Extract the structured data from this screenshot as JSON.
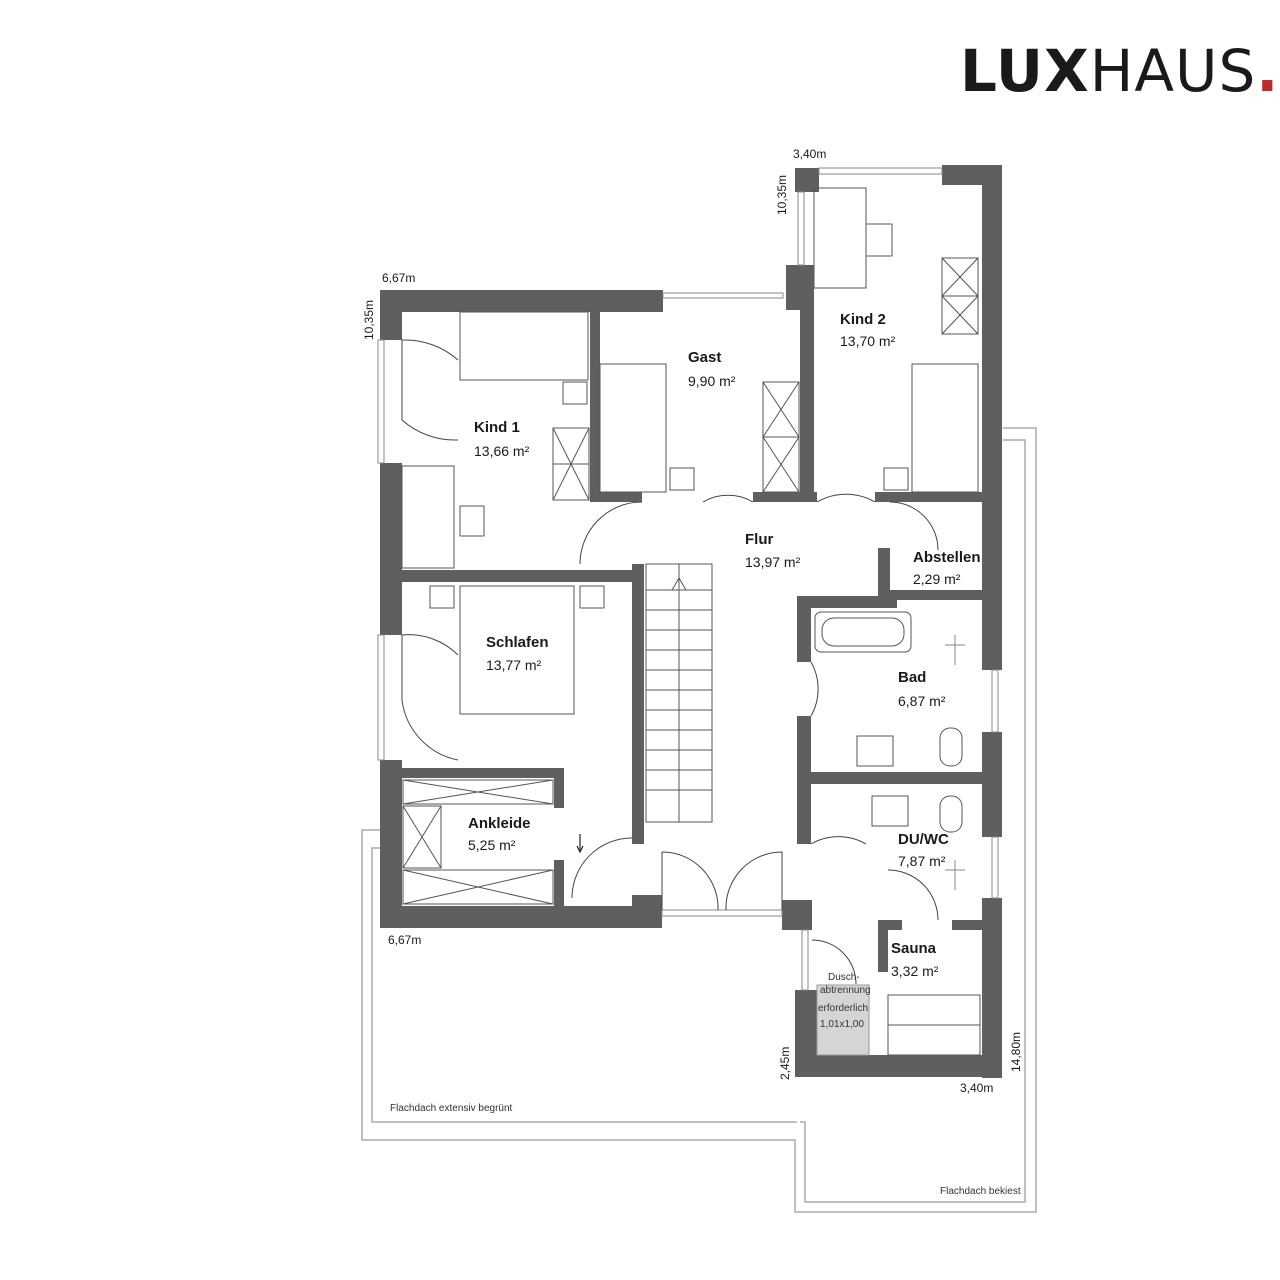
{
  "brand": {
    "logo_bold": "LUX",
    "logo_regular": "HAUS",
    "logo_dot": ".",
    "dot_color": "#c0282d"
  },
  "rooms": [
    {
      "name": "Kind 1",
      "area": "13,66 m²"
    },
    {
      "name": "Gast",
      "area": "9,90 m²"
    },
    {
      "name": "Kind 2",
      "area": "13,70 m²"
    },
    {
      "name": "Flur",
      "area": "13,97 m²"
    },
    {
      "name": "Abstellen",
      "area": "2,29 m²"
    },
    {
      "name": "Schlafen",
      "area": "13,77 m²"
    },
    {
      "name": "Bad",
      "area": "6,87 m²"
    },
    {
      "name": "Ankleide",
      "area": "5,25 m²"
    },
    {
      "name": "DU/WC",
      "area": "7,87 m²"
    },
    {
      "name": "Sauna",
      "area": "3,32 m²"
    }
  ],
  "dimensions": {
    "kind2_width": "3,40m",
    "kind2_height": "10,35m",
    "kind1_width": "6,67m",
    "kind1_height": "10,35m",
    "bottom_left_width": "6,67m",
    "sauna_height": "2,45m",
    "sauna_width": "3,40m",
    "right_height": "14,80m"
  },
  "notes": {
    "shower_line1": "Dusch-",
    "shower_line2": "abtrennung",
    "shower_line3": "erforderlich",
    "shower_line4": "1,01x1,00",
    "roof_green": "Flachdach extensiv begrünt",
    "roof_gravel": "Flachdach bekiest"
  },
  "colors": {
    "wall": "#5f5f5f",
    "roof_outline": "#aaaaaa"
  }
}
